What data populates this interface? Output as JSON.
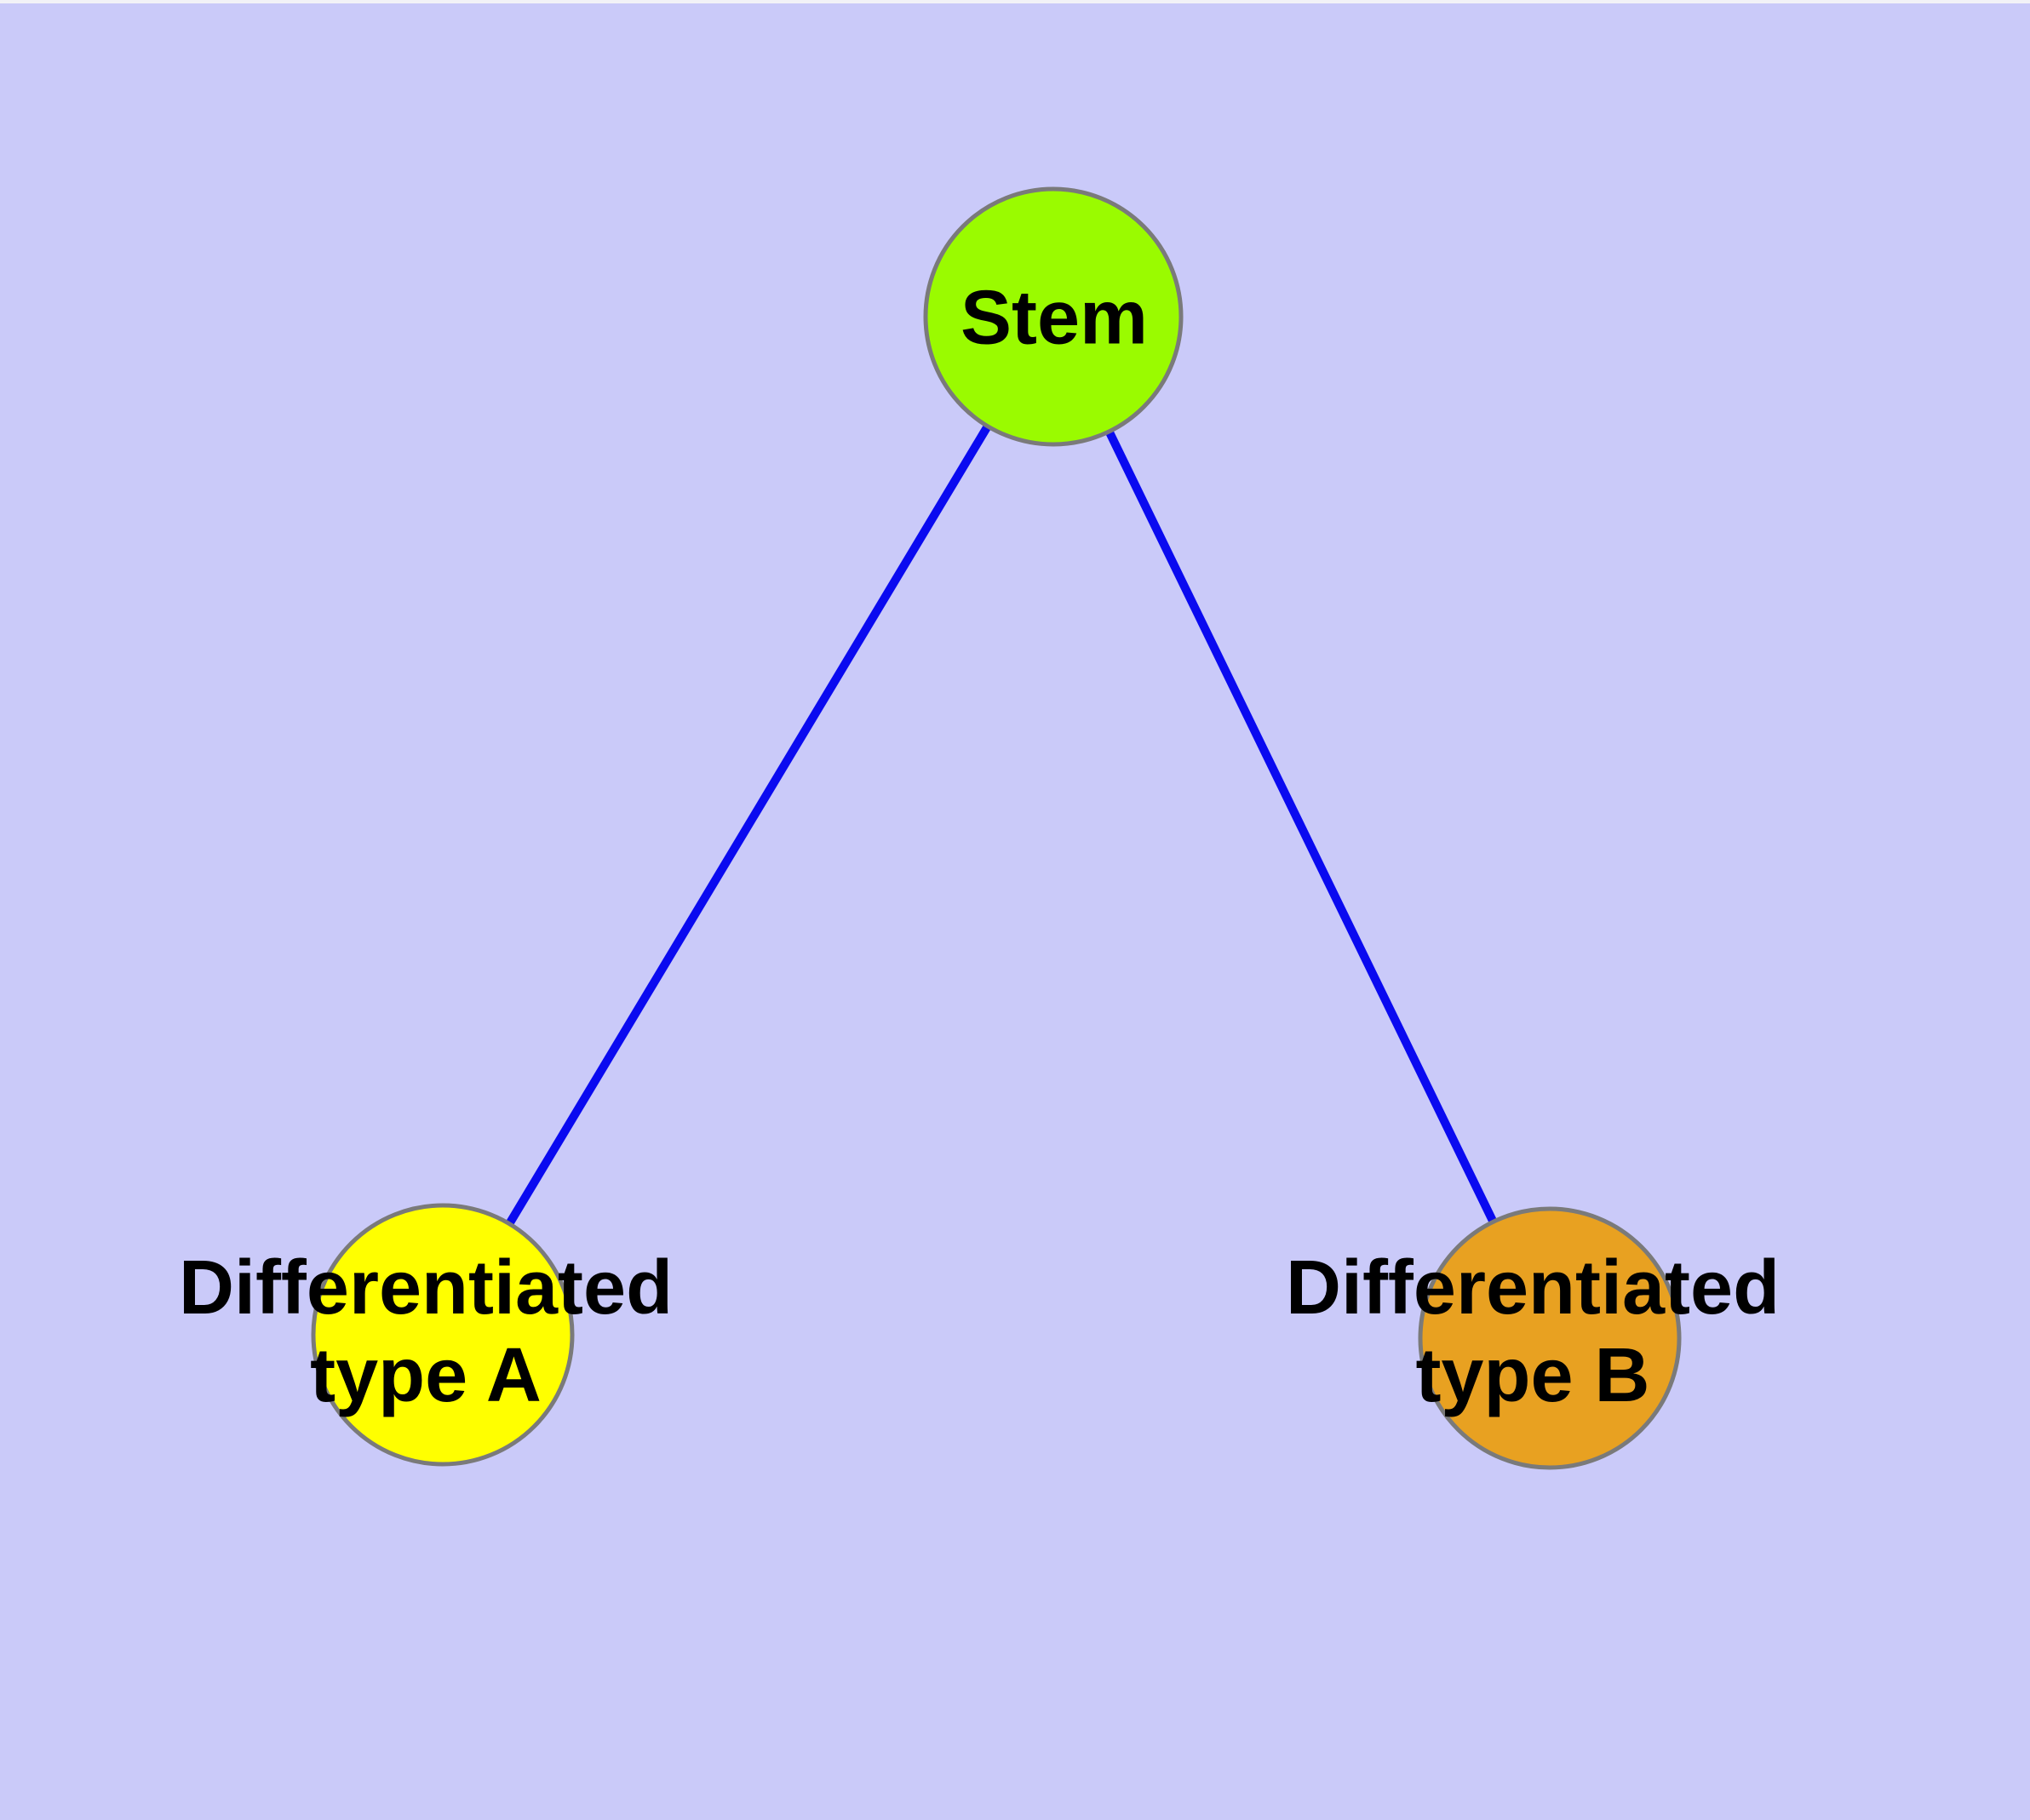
{
  "diagram": {
    "type": "node-link-graph",
    "background_color": "#CACAF9",
    "top_edge_strip_color": "#F2F2F7",
    "edge_color": "#0A0AF0",
    "node_border_color": "#7A7A7A",
    "label_text_color": "#000000",
    "nodes": {
      "stem": {
        "label": "Stem",
        "fill_color": "#9AFB00"
      },
      "type_a": {
        "label_line1": "Differentiated",
        "label_line2": "type A",
        "fill_color": "#FFFF00"
      },
      "type_b": {
        "label_line1": "Differentiated",
        "label_line2": "type B",
        "fill_color": "#E8A121"
      }
    },
    "edges": [
      {
        "from": "Stem",
        "to": "Differentiated type A"
      },
      {
        "from": "Stem",
        "to": "Differentiated type B"
      }
    ]
  }
}
